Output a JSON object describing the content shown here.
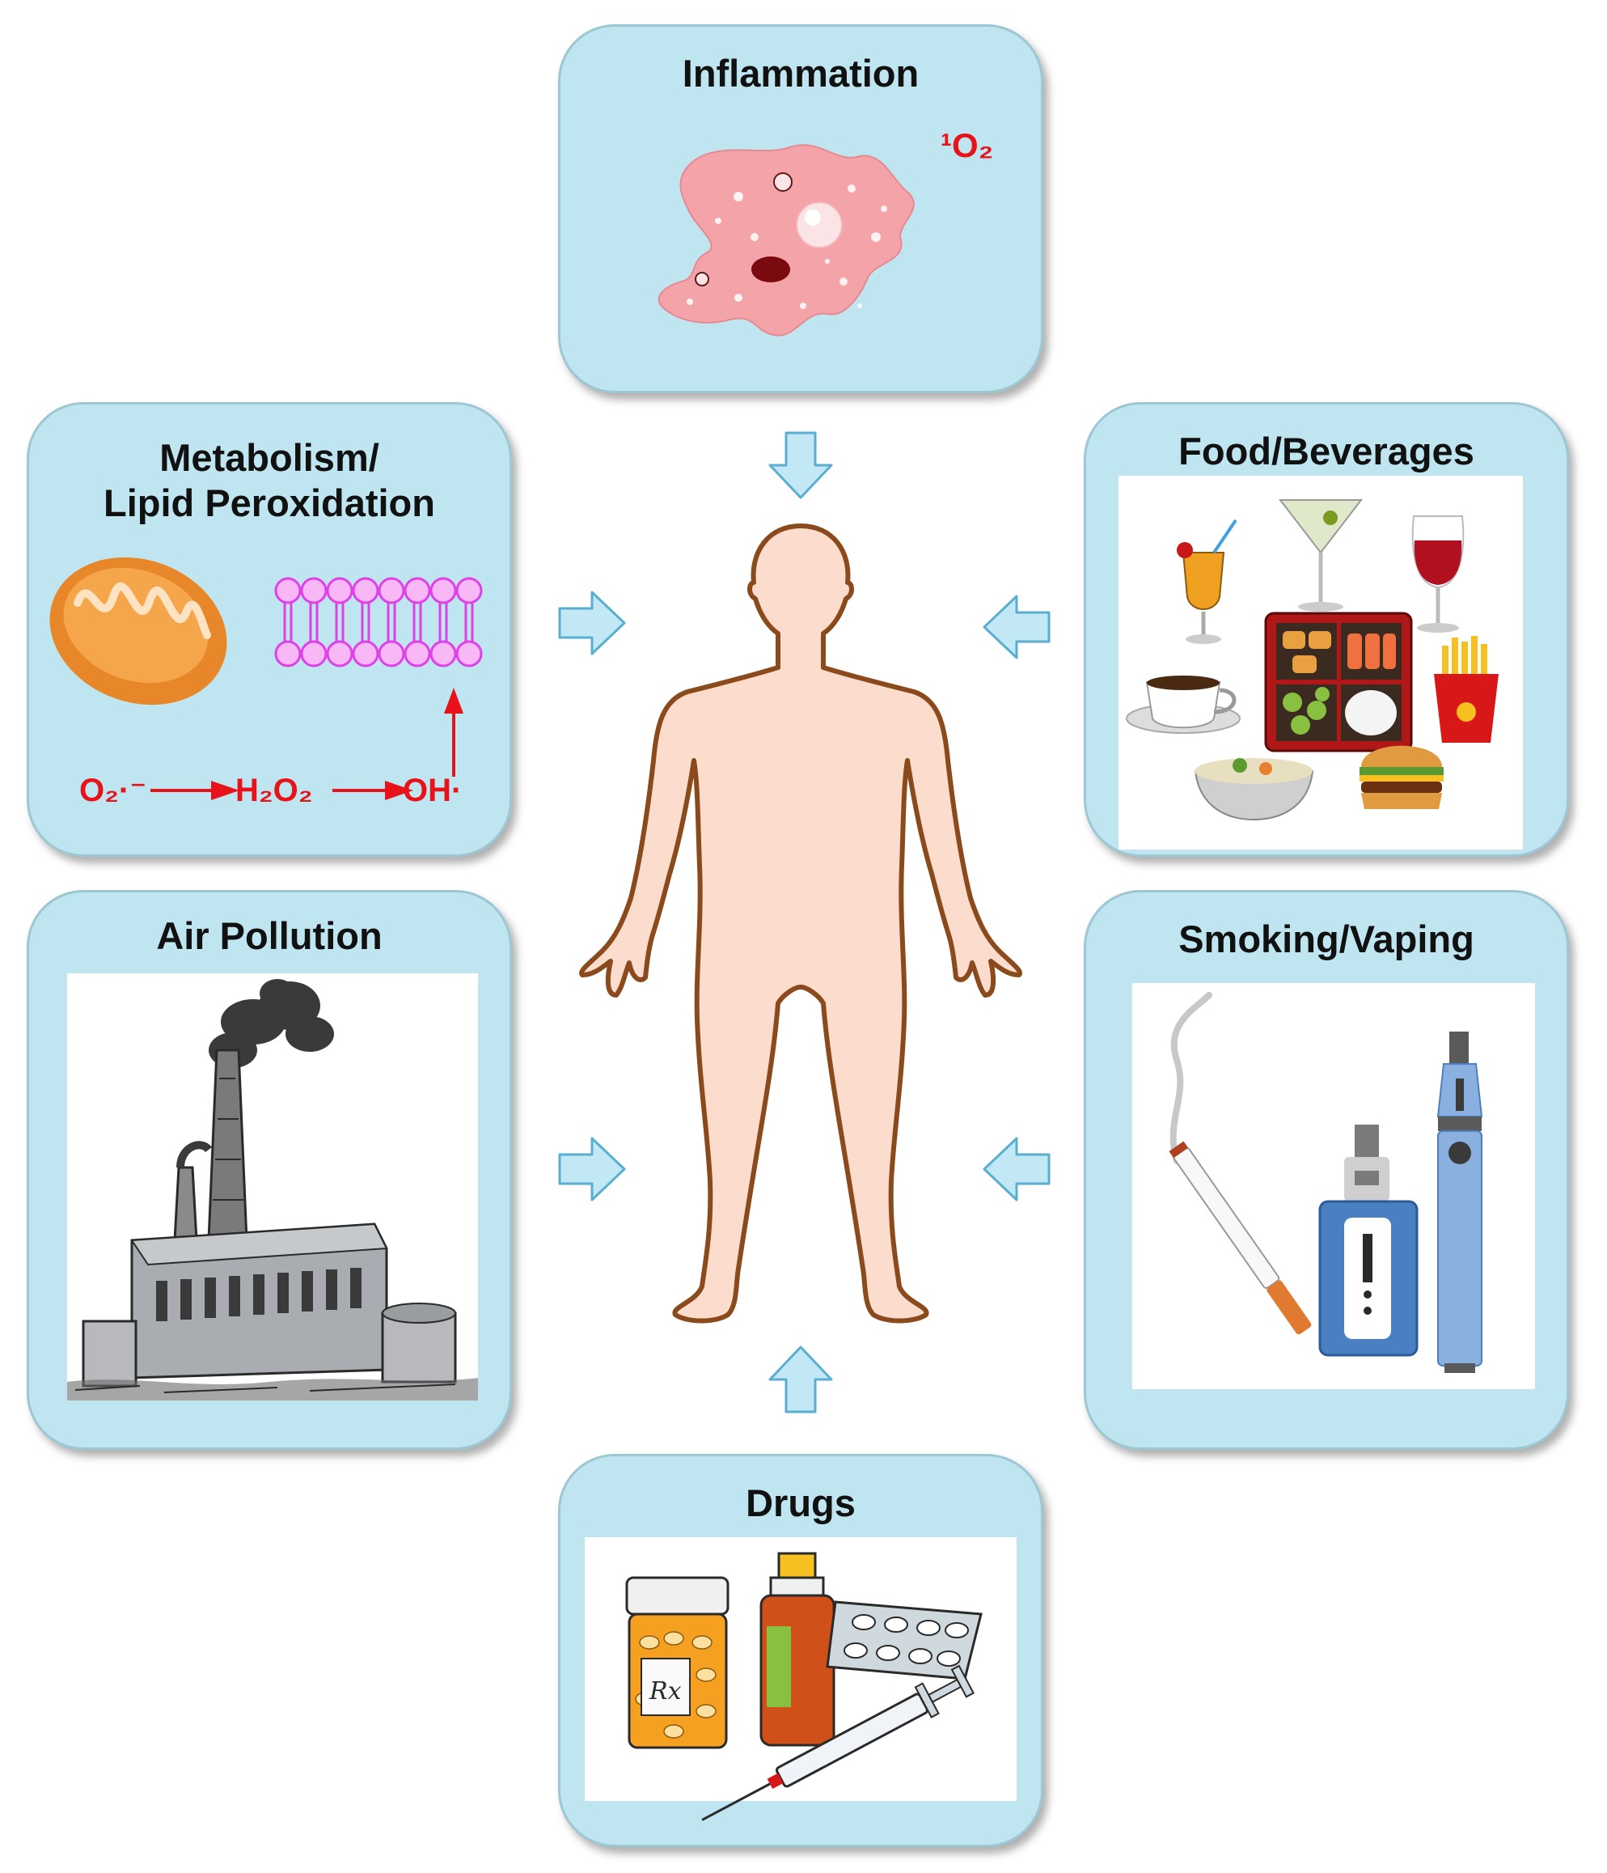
{
  "panels": {
    "inflammation": {
      "title": "Inflammation",
      "species": "¹O₂"
    },
    "metabolism": {
      "title_line1": "Metabolism/",
      "title_line2": "Lipid Peroxidation",
      "chem": {
        "superoxide": "O₂·⁻",
        "peroxide": "H₂O₂",
        "hydroxyl": "OH·"
      }
    },
    "food": {
      "title": "Food/Beverages"
    },
    "air": {
      "title": "Air Pollution"
    },
    "smoking": {
      "title": "Smoking/Vaping"
    },
    "drugs": {
      "title": "Drugs",
      "rx_label": "Rx"
    }
  },
  "colors": {
    "panel_fill": "#bfe6f0",
    "arrow_fill": "#c3e8f5",
    "arrow_stroke": "#5aaed0",
    "body_fill": "#fcdccd",
    "body_stroke": "#8a4a1c",
    "chem_red": "#e8131a",
    "lipid_magenta": "#e040e8"
  }
}
